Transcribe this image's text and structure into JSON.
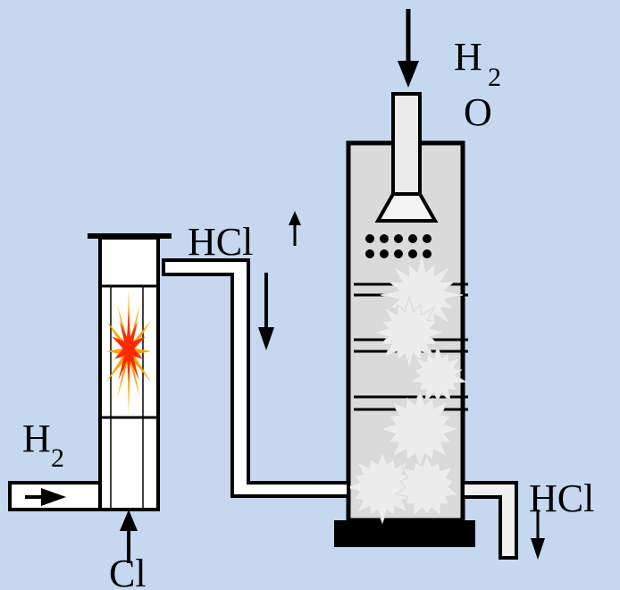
{
  "labels": {
    "h2_top": "H",
    "h2_top_sub": "2",
    "o_top": "O",
    "hcl_mid": "HCl",
    "h2_left": "H",
    "h2_left_sub": "2",
    "cl_bottom": "Cl",
    "hcl_right": "HCl"
  },
  "colors": {
    "background": "#c5d8f0",
    "flame_outer": "#ffa500",
    "flame_inner": "#ff2a00",
    "tower_fill": "#dadada",
    "foam": "#ececec"
  }
}
